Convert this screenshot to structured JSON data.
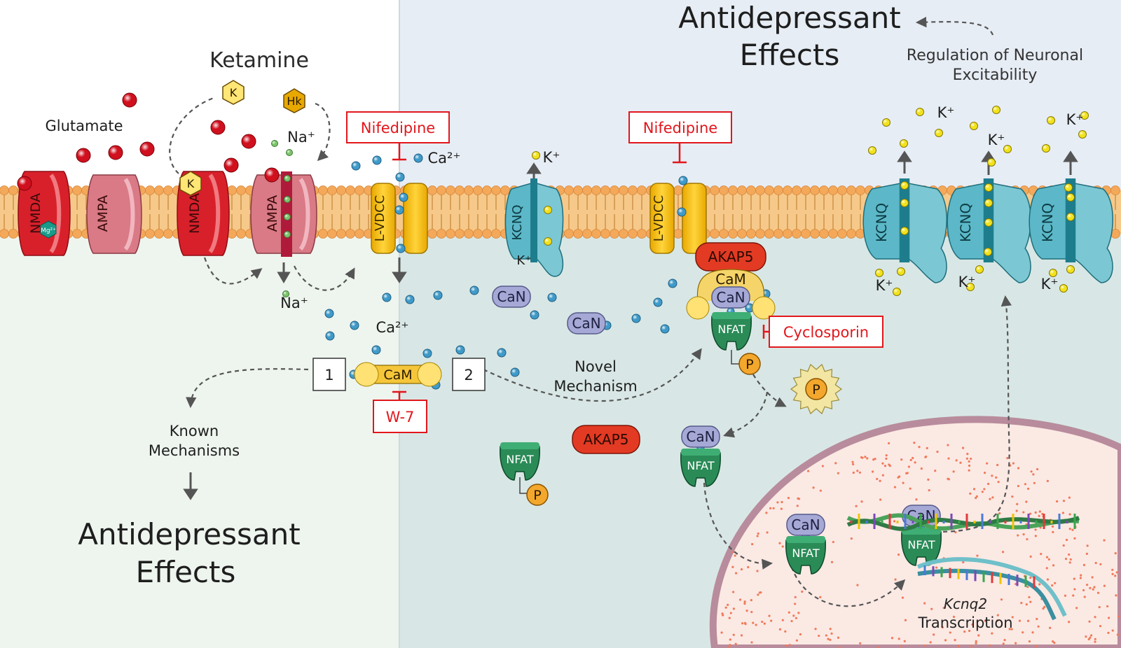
{
  "labels": {
    "ketamine": "Ketamine",
    "glutamate": "Glutamate",
    "k_icon": "K",
    "hk_icon": "Hk",
    "mg_icon": "Mg²⁺",
    "na_top": "Na⁺",
    "na_bottom": "Na⁺",
    "ca_top": "Ca²⁺",
    "ca_mid": "Ca²⁺",
    "k_ion": "K⁺",
    "nmda": "NMDA",
    "ampa": "AMPA",
    "lvdcc": "L-VDCC",
    "kcnq": "KCNQ",
    "can": "CaN",
    "cam": "CaM",
    "nfat": "NFAT",
    "p": "P",
    "akap5": "AKAP5",
    "step1": "1",
    "step2": "2",
    "known_mechanisms": [
      "Known",
      "Mechanisms"
    ],
    "novel_mechanism": [
      "Novel",
      "Mechanism"
    ],
    "antidepressant_left": [
      "Antidepressant",
      "Effects"
    ],
    "antidepressant_top": [
      "Antidepressant",
      "Effects"
    ],
    "regulation": [
      "Regulation of Neuronal",
      "Excitability"
    ],
    "gene": "Kcnq2",
    "transcription": "Transcription"
  },
  "inhibitors": {
    "nifedipine_left": "Nifedipine",
    "nifedipine_right": "Nifedipine",
    "w7": "W-7",
    "cyclosporin": "Cyclosporin"
  },
  "colors": {
    "inhibitor_red": "#e2161c",
    "membrane_orange": "#f3a85a",
    "nmda_red": "#d8202b",
    "ampa_pink": "#d97a86",
    "lvdcc_yellow": "#f7c20a",
    "kcnq_blue": "#3aa6b8",
    "nfat_green": "#2a8b57",
    "can_lavender": "#a6a9d6",
    "akap5_red": "#e33a24",
    "glutamate_red": "#d0101e",
    "ca_ion_blue": "#3f9ac8",
    "k_ion_yellow": "#f2e21c",
    "na_ion_green": "#7cc46a"
  }
}
